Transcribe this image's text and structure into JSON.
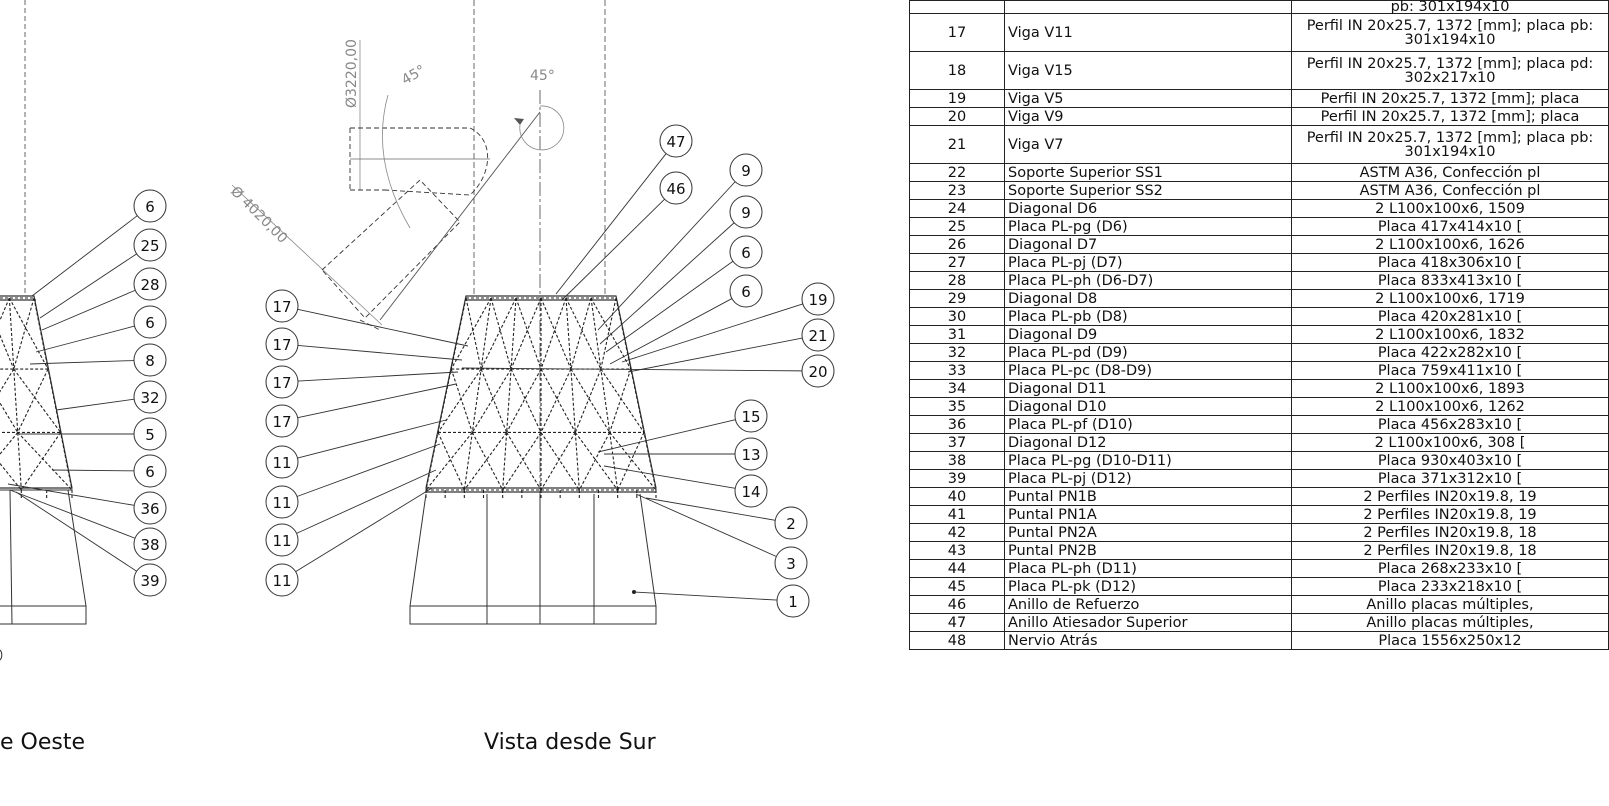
{
  "views": {
    "west_title": "e Oeste",
    "south_title": "Vista desde Sur"
  },
  "dimensions": {
    "diameter_top": "Ø3220,00",
    "diameter_side": "Ø 4020,00",
    "angle_a": "45°",
    "angle_b": "45°"
  },
  "balloons": {
    "west": [
      "6",
      "25",
      "28",
      "6",
      "8",
      "32",
      "5",
      "6",
      "36",
      "38",
      "39"
    ],
    "south_left": [
      "17",
      "17",
      "17",
      "17",
      "11",
      "11",
      "11",
      "11"
    ],
    "south_right_upper": [
      "47",
      "46",
      "9",
      "9",
      "6",
      "6"
    ],
    "south_right": [
      "19",
      "21",
      "20",
      "15",
      "13",
      "14",
      "2",
      "3",
      "1"
    ]
  },
  "bom": {
    "top_partial": {
      "num": "",
      "name": "",
      "desc": "pb: 301x194x10"
    },
    "rows": [
      {
        "num": "17",
        "name": "Viga V11",
        "desc": "Perfil IN 20x25.7, 1372 [mm]; placa pb: 301x194x10",
        "tall": true
      },
      {
        "num": "18",
        "name": "Viga V15",
        "desc": "Perfil IN 20x25.7, 1372 [mm]; placa pd: 302x217x10",
        "tall": true
      },
      {
        "num": "19",
        "name": "Viga V5",
        "desc": "Perfil IN 20x25.7, 1372 [mm]; placa",
        "tall": false
      },
      {
        "num": "20",
        "name": "Viga V9",
        "desc": "Perfil IN 20x25.7, 1372 [mm]; placa",
        "tall": false
      },
      {
        "num": "21",
        "name": "Viga V7",
        "desc": "Perfil IN 20x25.7, 1372 [mm]; placa pb: 301x194x10",
        "tall": true
      },
      {
        "num": "22",
        "name": "Soporte Superior SS1",
        "desc": "ASTM A36, Confección pl",
        "tall": false
      },
      {
        "num": "23",
        "name": "Soporte Superior SS2",
        "desc": "ASTM A36, Confección pl",
        "tall": false
      },
      {
        "num": "24",
        "name": "Diagonal D6",
        "desc": "2 L100x100x6, 1509",
        "tall": false
      },
      {
        "num": "25",
        "name": "Placa PL-pg (D6)",
        "desc": "Placa 417x414x10 [",
        "tall": false
      },
      {
        "num": "26",
        "name": "Diagonal D7",
        "desc": "2 L100x100x6, 1626",
        "tall": false
      },
      {
        "num": "27",
        "name": "Placa PL-pj (D7)",
        "desc": "Placa 418x306x10 [",
        "tall": false
      },
      {
        "num": "28",
        "name": "Placa PL-ph (D6-D7)",
        "desc": "Placa 833x413x10 [",
        "tall": false
      },
      {
        "num": "29",
        "name": "Diagonal D8",
        "desc": "2 L100x100x6, 1719",
        "tall": false
      },
      {
        "num": "30",
        "name": "Placa PL-pb (D8)",
        "desc": "Placa 420x281x10 [",
        "tall": false
      },
      {
        "num": "31",
        "name": "Diagonal D9",
        "desc": "2 L100x100x6, 1832",
        "tall": false
      },
      {
        "num": "32",
        "name": "Placa PL-pd (D9)",
        "desc": "Placa 422x282x10 [",
        "tall": false
      },
      {
        "num": "33",
        "name": "Placa PL-pc (D8-D9)",
        "desc": "Placa 759x411x10 [",
        "tall": false
      },
      {
        "num": "34",
        "name": "Diagonal D11",
        "desc": "2 L100x100x6, 1893",
        "tall": false
      },
      {
        "num": "35",
        "name": "Diagonal D10",
        "desc": "2 L100x100x6, 1262",
        "tall": false
      },
      {
        "num": "36",
        "name": "Placa PL-pf (D10)",
        "desc": "Placa 456x283x10 [",
        "tall": false
      },
      {
        "num": "37",
        "name": "Diagonal D12",
        "desc": "2 L100x100x6, 308 [",
        "tall": false
      },
      {
        "num": "38",
        "name": "Placa PL-pg (D10-D11)",
        "desc": "Placa 930x403x10 [",
        "tall": false
      },
      {
        "num": "39",
        "name": "Placa PL-pj (D12)",
        "desc": "Placa 371x312x10 [",
        "tall": false
      },
      {
        "num": "40",
        "name": "Puntal PN1B",
        "desc": "2 Perfiles IN20x19.8, 19",
        "tall": false
      },
      {
        "num": "41",
        "name": "Puntal PN1A",
        "desc": "2 Perfiles IN20x19.8, 19",
        "tall": false
      },
      {
        "num": "42",
        "name": "Puntal PN2A",
        "desc": "2 Perfiles IN20x19.8, 18",
        "tall": false
      },
      {
        "num": "43",
        "name": "Puntal PN2B",
        "desc": "2 Perfiles IN20x19.8, 18",
        "tall": false
      },
      {
        "num": "44",
        "name": "Placa PL-ph (D11)",
        "desc": "Placa 268x233x10 [",
        "tall": false
      },
      {
        "num": "45",
        "name": "Placa PL-pk (D12)",
        "desc": "Placa 233x218x10 [",
        "tall": false
      },
      {
        "num": "46",
        "name": "Anillo de Refuerzo",
        "desc": "Anillo placas múltiples,",
        "tall": false
      },
      {
        "num": "47",
        "name": "Anillo Atiesador Superior",
        "desc": "Anillo placas múltiples,",
        "tall": false
      },
      {
        "num": "48",
        "name": "Nervio Atrás",
        "desc": "Placa 1556x250x12",
        "tall": false
      }
    ]
  }
}
